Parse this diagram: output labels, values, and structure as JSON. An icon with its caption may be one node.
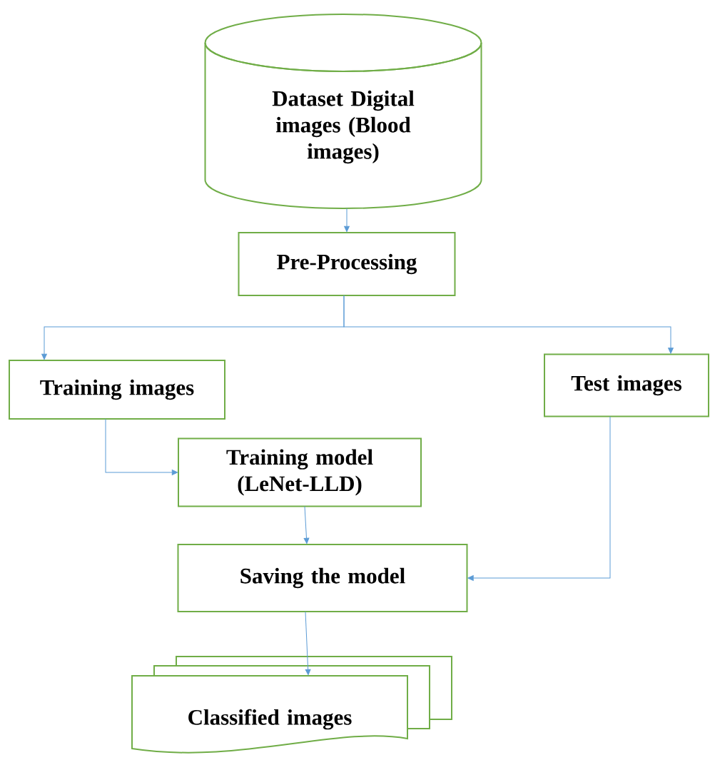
{
  "diagram": {
    "nodes": [
      {
        "text": [
          "Dataset Digital images (Blood images)"
        ]
      },
      {
        "text": [
          "Pre-Processing"
        ]
      },
      {
        "text": [
          "Training images"
        ]
      },
      {
        "text": [
          "Test images"
        ]
      },
      {
        "text": [
          "Training model (LeNet-LLD)"
        ]
      },
      {
        "text": [
          "Saving the model"
        ]
      },
      {
        "text": [
          "Classified images"
        ]
      }
    ],
    "edges": [
      {
        "from": 0,
        "to": 1,
        "arrow": "to"
      },
      {
        "from": 1,
        "to": 2,
        "arrow": "to"
      },
      {
        "from": 1,
        "to": 3,
        "arrow": "to"
      },
      {
        "from": 2,
        "to": 4,
        "arrow": "to"
      },
      {
        "from": 4,
        "to": 5,
        "arrow": "to"
      },
      {
        "from": 3,
        "to": 5,
        "arrow": "to"
      },
      {
        "from": 5,
        "to": 6,
        "arrow": "to"
      }
    ]
  }
}
